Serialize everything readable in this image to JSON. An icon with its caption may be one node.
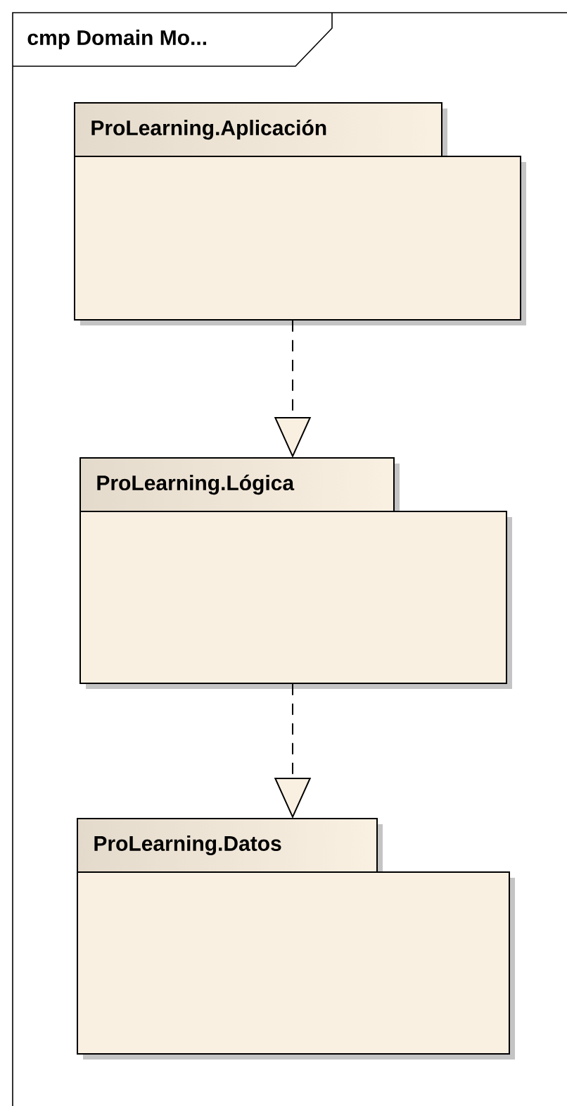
{
  "diagram": {
    "nodes": [
      {
        "text": [
          "cmp Domain Mo..."
        ]
      },
      {
        "text": [
          "ProLearning.Aplicación"
        ],
        "in": 0
      },
      {
        "text": [
          "ProLearning.Lógica"
        ],
        "in": 0
      },
      {
        "text": [
          "ProLearning.Datos"
        ],
        "in": 0
      }
    ],
    "edges": [
      {
        "from": 1,
        "to": 2,
        "arrow": "to",
        "style": "dashed"
      },
      {
        "from": 2,
        "to": 3,
        "arrow": "to",
        "style": "dashed"
      }
    ]
  }
}
